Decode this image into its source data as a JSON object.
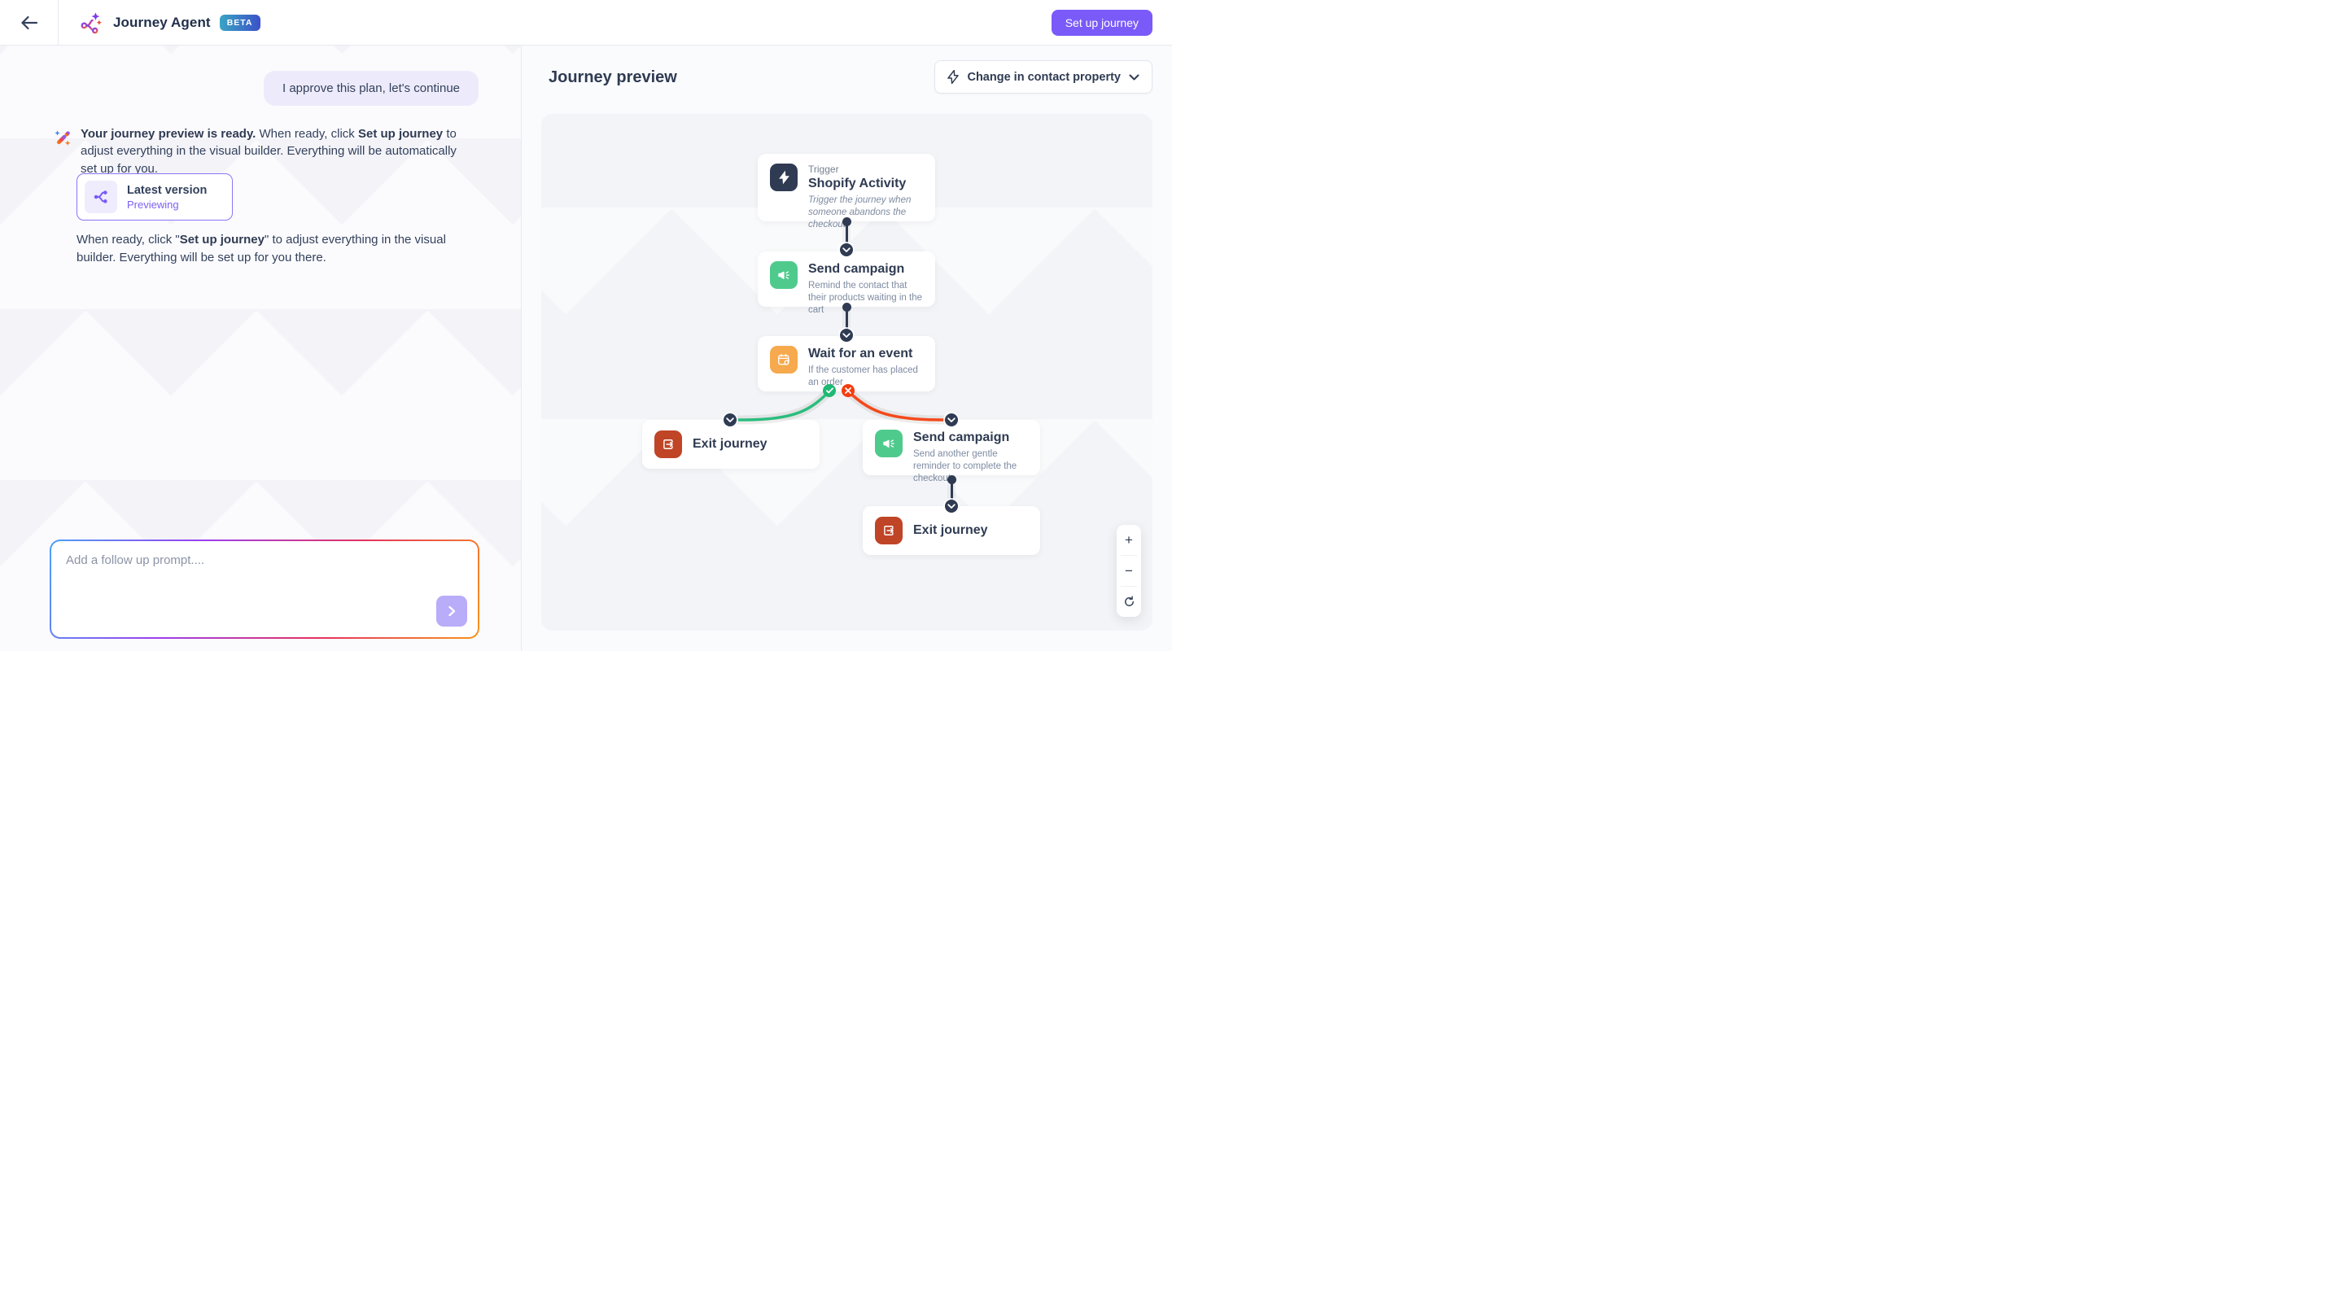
{
  "header": {
    "app_title": "Journey Agent",
    "beta_badge": "BETA",
    "setup_button": "Set up journey"
  },
  "chat": {
    "user_message": "I approve this plan, let's continue",
    "assistant": {
      "bold_intro": "Your journey preview is ready.",
      "text_mid": " When ready, click ",
      "bold_action": "Set up journey",
      "text_end": " to adjust everything in the visual builder. Everything will be automatically set up for you."
    },
    "version_card": {
      "title": "Latest version",
      "status": "Previewing"
    },
    "note": {
      "part1": "When ready, click \"",
      "bold": "Set up journey",
      "part2": "\" to adjust everything in the visual builder. Everything will be set up for you there."
    },
    "input": {
      "placeholder": "Add a follow up prompt...."
    }
  },
  "preview": {
    "title": "Journey preview",
    "filter_label": "Change in contact property",
    "nodes": {
      "trigger": {
        "kicker": "Trigger",
        "title": "Shopify Activity",
        "description": "Trigger the journey when someone abandons the checkout"
      },
      "campaign1": {
        "title": "Send campaign",
        "description": "Remind the contact that their products waiting in the cart"
      },
      "wait": {
        "title": "Wait for an event",
        "description": "If the customer has placed an order"
      },
      "exit_left": {
        "title": "Exit journey"
      },
      "campaign2": {
        "title": "Send campaign",
        "description": "Send another gentle reminder to complete the checkout"
      },
      "exit_right": {
        "title": "Exit journey"
      }
    },
    "zoom": {
      "zoom_in": "+",
      "zoom_out": "−"
    }
  },
  "icons": {
    "back": "arrow-left",
    "logo": "journey-branch-sparkles",
    "assistant": "magic-wand",
    "version": "branch",
    "filter": "lightning-bolt",
    "filter_caret": "chevron-down",
    "trigger": "lightning-bolt",
    "campaign": "megaphone",
    "wait": "calendar-clock",
    "exit": "exit-arrow",
    "connector": "chevron-down-circle",
    "branch_yes": "check-circle",
    "branch_no": "x-circle",
    "send": "chevron-right",
    "zoom_reset": "refresh"
  },
  "colors": {
    "accent_purple": "#7a5af8",
    "navy": "#2f3b52",
    "green_tile": "#4fca8d",
    "orange_tile": "#f6a94d",
    "rust_tile": "#c04426",
    "success": "#1eb973",
    "error": "#f53d0f",
    "line_green": "#2bbd7e",
    "line_red": "#f4491c",
    "beta_gradient": [
      "#3ba4c4",
      "#3b51c9"
    ],
    "bubble_bg": "#edebfb"
  }
}
